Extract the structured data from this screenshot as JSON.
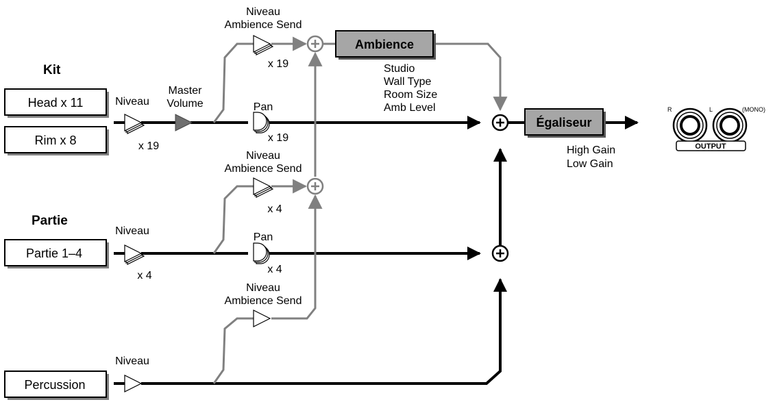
{
  "sections": {
    "kit": "Kit",
    "partie": "Partie"
  },
  "inputs": {
    "head": "Head x 11",
    "rim": "Rim x 8",
    "partie": "Partie 1–4",
    "percussion": "Percussion"
  },
  "labels": {
    "niveau": "Niveau",
    "niveau_ambience_send_1": "Niveau",
    "ambience_send_1": "Ambience Send",
    "niveau_ambience_send_2": "Niveau",
    "ambience_send_2": "Ambience Send",
    "niveau_ambience_send_3": "Niveau",
    "ambience_send_3": "Ambience Send",
    "master": "Master",
    "volume": "Volume",
    "pan": "Pan",
    "x19": "x 19",
    "x4": "x 4"
  },
  "blocks": {
    "ambience": "Ambience",
    "ambience_params": [
      "Studio",
      "Wall Type",
      "Room Size",
      "Amb Level"
    ],
    "egaliseur": "Égaliseur",
    "egaliseur_params": [
      "High Gain",
      "Low Gain"
    ]
  },
  "output": {
    "title": "OUTPUT",
    "r": "R",
    "l": "L",
    "mono": "(MONO)"
  },
  "colors": {
    "line": "#000000",
    "send_line": "#808080",
    "block_fill": "#a6a6a6"
  }
}
